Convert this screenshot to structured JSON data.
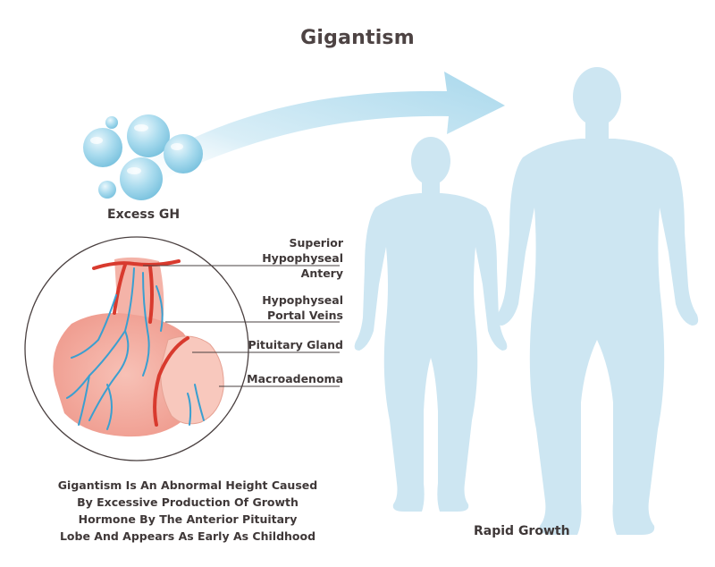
{
  "title": "Gigantism",
  "excess_label": "Excess GH",
  "rapid_label": "Rapid Growth",
  "labels": {
    "artery": "Superior\nHypophyseal Antery",
    "portal": "Hypophyseal\nPortal Veins",
    "gland": "Pituitary Gland",
    "adenoma": "Macroadenoma"
  },
  "caption": "Gigantism Is An Abnormal Height Caused\nBy Excessive Production Of Growth\nHormone By The Anterior Pituitary\nLobe And Appears As Early As Childhood",
  "colors": {
    "silhouette": "#cde6f2",
    "arrow": "#bfe2f0",
    "bubble": "#9fd4e8",
    "gland": "#f3a89e",
    "artery": "#d83a2e",
    "vein": "#3a9fd0"
  }
}
